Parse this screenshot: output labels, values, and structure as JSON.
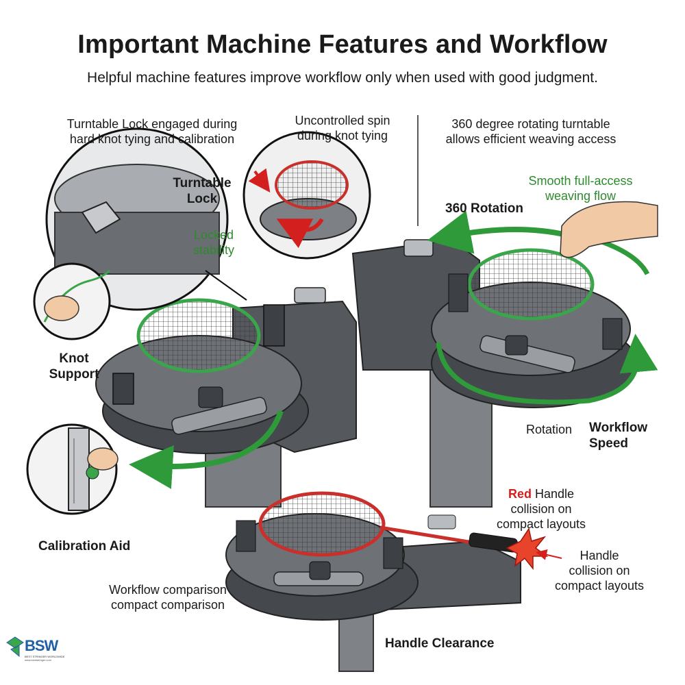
{
  "title": "Important Machine Features and Workflow",
  "subtitle": "Helpful machine features improve workflow only when used with good judgment.",
  "left_panel": {
    "caption_line1": "Turntable Lock engaged during",
    "caption_line2": "hard knot tying and calibration",
    "turntable_lock_line1": "Turntable",
    "turntable_lock_line2": "Lock",
    "locked_line1": "Locked",
    "locked_line2": "stability",
    "knot_line1": "Knot",
    "knot_line2": "Support",
    "calibration": "Calibration Aid"
  },
  "middle_inset": {
    "line1": "Uncontrolled spin",
    "line2": "during knot tying"
  },
  "right_panel": {
    "caption_line1": "360 degree rotating turntable",
    "caption_line2": "allows efficient weaving access",
    "smooth_line1": "Smooth full-access",
    "smooth_line2": "weaving flow",
    "rotation_360": "360 Rotation",
    "rotation": "Rotation",
    "workflow_line1": "Workflow",
    "workflow_line2": "Speed"
  },
  "bottom_panel": {
    "red_word": "Red",
    "red_rest_line1": "Handle",
    "red_line2": "collision on",
    "red_line3": "compact layouts",
    "collision_line1": "Handle",
    "collision_line2": "collision on",
    "collision_line3": "compact layouts",
    "comparison_line1": "Workflow comparison",
    "comparison_line2": "compact comparison",
    "handle_clearance": "Handle Clearance"
  },
  "logo": {
    "mark": "BSW",
    "tagline": "BEST STRINGER WORLDWIDE",
    "url": "www.beststringer.com"
  },
  "colors": {
    "accent_green": "#2e8a2e",
    "arrow_green": "#2f9a3a",
    "collision_red": "#d41f1f",
    "machine_gray": "#5b5e63",
    "racket_green": "#3aa54a",
    "racket_red": "#c9302c"
  }
}
